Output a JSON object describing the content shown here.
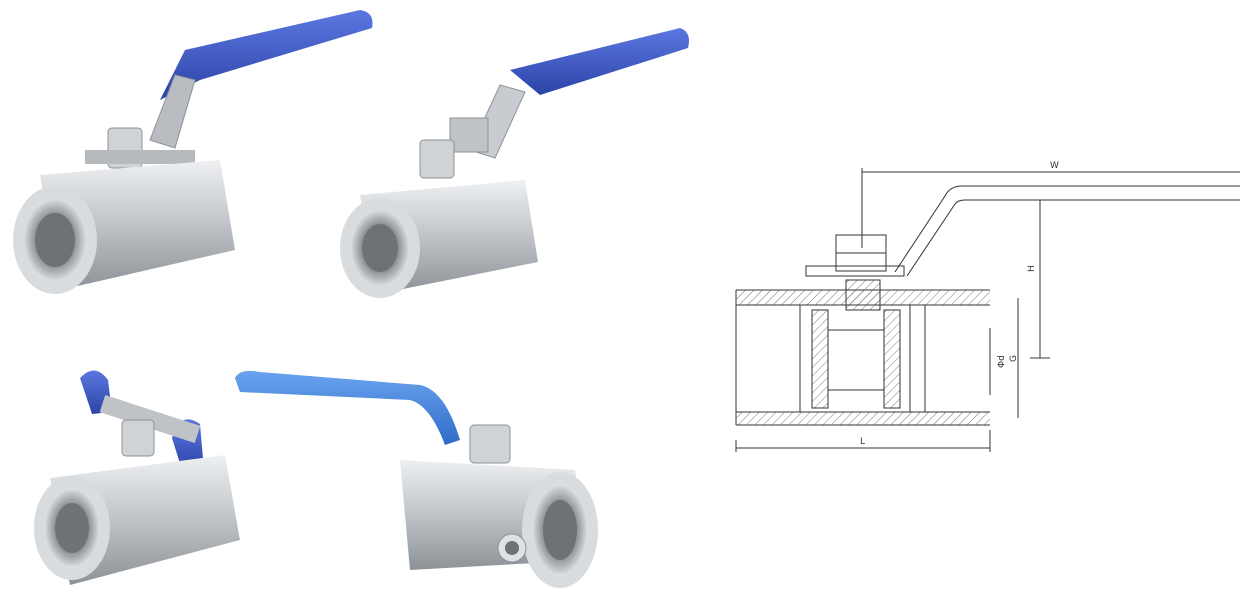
{
  "photo": {
    "valves": [
      {
        "name": "valve-top-left",
        "handle": "lever",
        "handle_color": "#3a55c4"
      },
      {
        "name": "valve-top-right",
        "handle": "locking-lever",
        "handle_color": "#3a55c4"
      },
      {
        "name": "valve-bottom-left",
        "handle": "butterfly",
        "handle_color": "#3a55c4"
      },
      {
        "name": "valve-bottom-right",
        "handle": "long-lever-with-side-port",
        "handle_color": "#3a7fd6"
      }
    ],
    "body_color": "#c9ccd0"
  },
  "drawing": {
    "labels": {
      "width": "W",
      "height": "H",
      "bore": "Φd",
      "thread": "G",
      "length": "L"
    }
  }
}
